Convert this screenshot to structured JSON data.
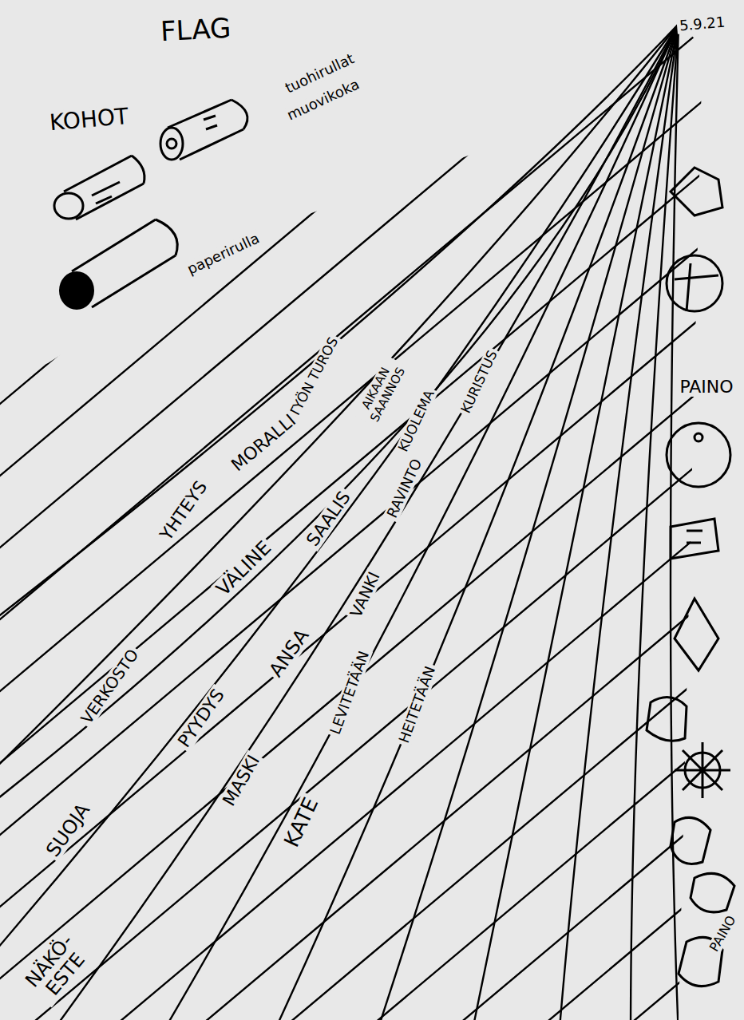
{
  "diagram": {
    "title": "FLAG",
    "labels": [
      "5.9.21",
      "KOHOT",
      "tuohirullat",
      "muovikoka",
      "paperirulla",
      "PAINO",
      "TYÖN TUROS",
      "AIKAAN SAANNOS",
      "MORALLI",
      "YHTEYS",
      "VÄLINE",
      "SAALIS",
      "KUOLEMA",
      "KURISTUS",
      "RAVINTO",
      "VANKI",
      "ANSA",
      "VERKOSTO",
      "PYYDYS",
      "MASKI",
      "LEVITETÄÄN",
      "HEITETÄÄN",
      "SUOJA",
      "KATE",
      "NÄKÖ- ESTE",
      "PAINO"
    ]
  }
}
